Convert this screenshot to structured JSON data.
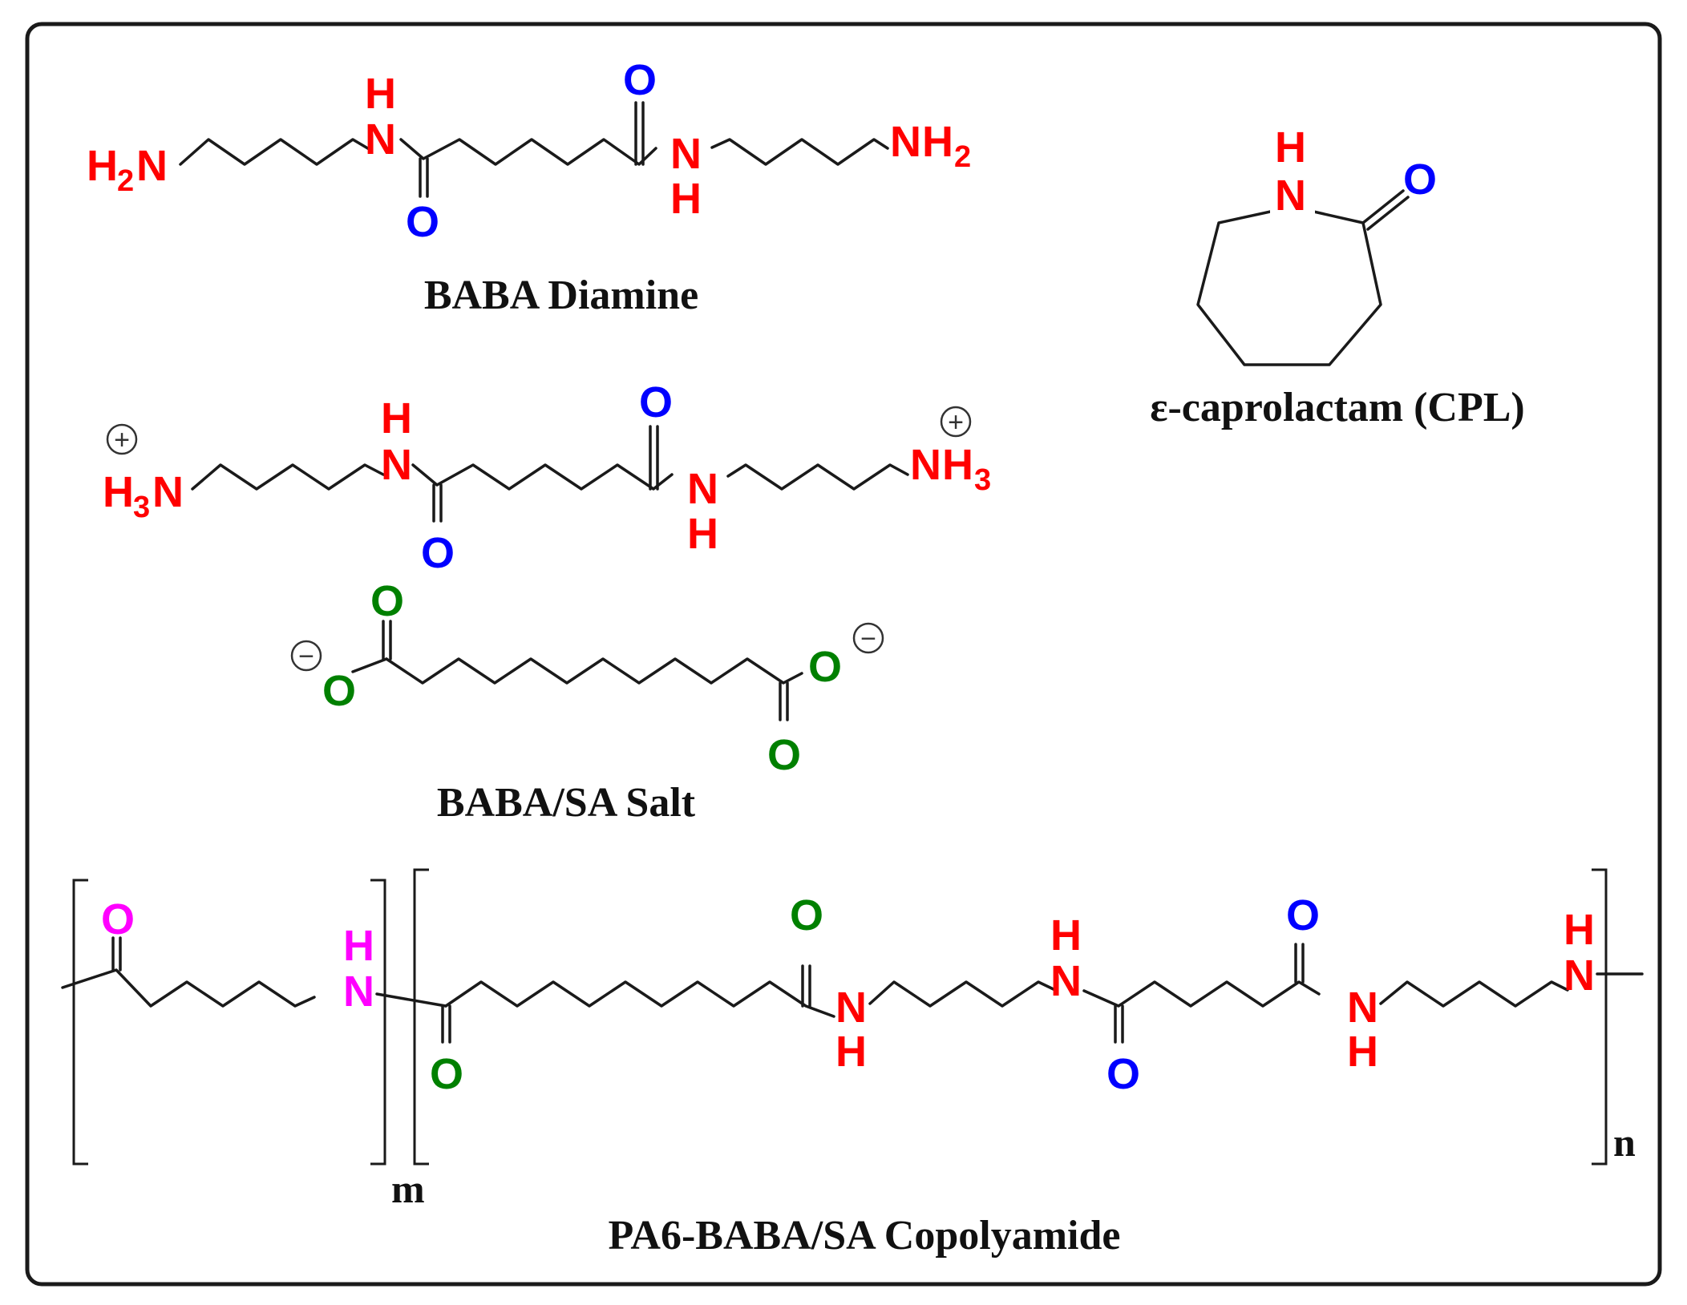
{
  "colors": {
    "nitrogen": "#ff0000",
    "oxygen_amide": "#0000ff",
    "oxygen_acid": "#008000",
    "pa6_unit": "#ff00ff",
    "bond": "#1a1a1a"
  },
  "labels": {
    "baba_diamine": "BABA Diamine",
    "caprolactam": "ε-caprolactam (CPL)",
    "salt": "BABA/SA Salt",
    "copolyamide": "PA6-BABA/SA Copolyamide",
    "repeat_m": "m",
    "repeat_n": "n"
  },
  "atoms": {
    "h": "H",
    "n": "N",
    "o": "O",
    "two": "2",
    "three": "3",
    "plus": "+",
    "minus": "−"
  }
}
